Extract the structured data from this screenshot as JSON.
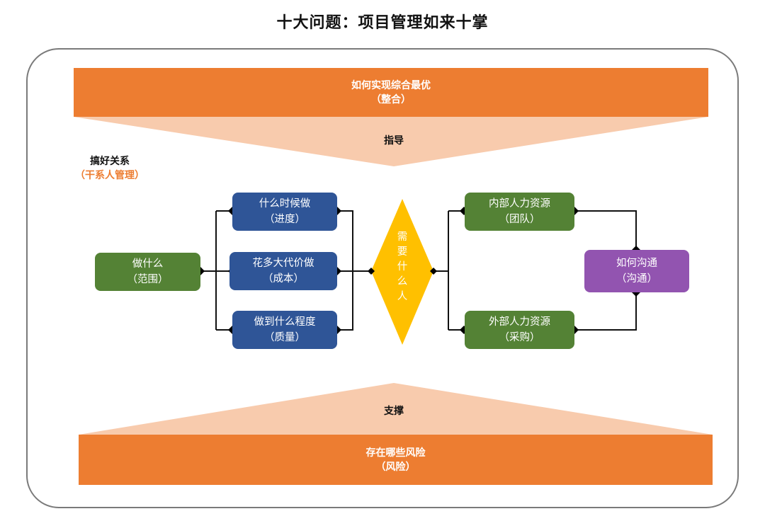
{
  "title": "十大问题：项目管理如来十掌",
  "top_band": {
    "line1": "如何实现综合最优",
    "line2": "（整合）"
  },
  "top_triangle_label": "指导",
  "stakeholder": {
    "line1": "搞好关系",
    "line2": "（干系人管理）"
  },
  "scope": {
    "line1": "做什么",
    "line2": "（范围）"
  },
  "schedule": {
    "line1": "什么时候做",
    "line2": "（进度）"
  },
  "cost": {
    "line1": "花多大代价做",
    "line2": "（成本）"
  },
  "quality": {
    "line1": "做到什么程度",
    "line2": "（质量）"
  },
  "resource_diamond": {
    "label": [
      "需",
      "要",
      "什",
      "么",
      "人"
    ]
  },
  "internal_hr": {
    "line1": "内部人力资源",
    "line2": "（团队）"
  },
  "external_hr": {
    "line1": "外部人力资源",
    "line2": "（采购）"
  },
  "communication": {
    "line1": "如何沟通",
    "line2": "（沟通）"
  },
  "bottom_triangle_label": "支撑",
  "bottom_band": {
    "line1": "存在哪些风险",
    "line2": "（风险）"
  },
  "colors": {
    "band_orange": "#ED7D31",
    "triangle_peach": "#F8CBAD",
    "green": "#548235",
    "blue": "#2F5597",
    "purple": "#9254B0",
    "gold": "#FFC000",
    "stakeholder_orange": "#ED7D31"
  }
}
